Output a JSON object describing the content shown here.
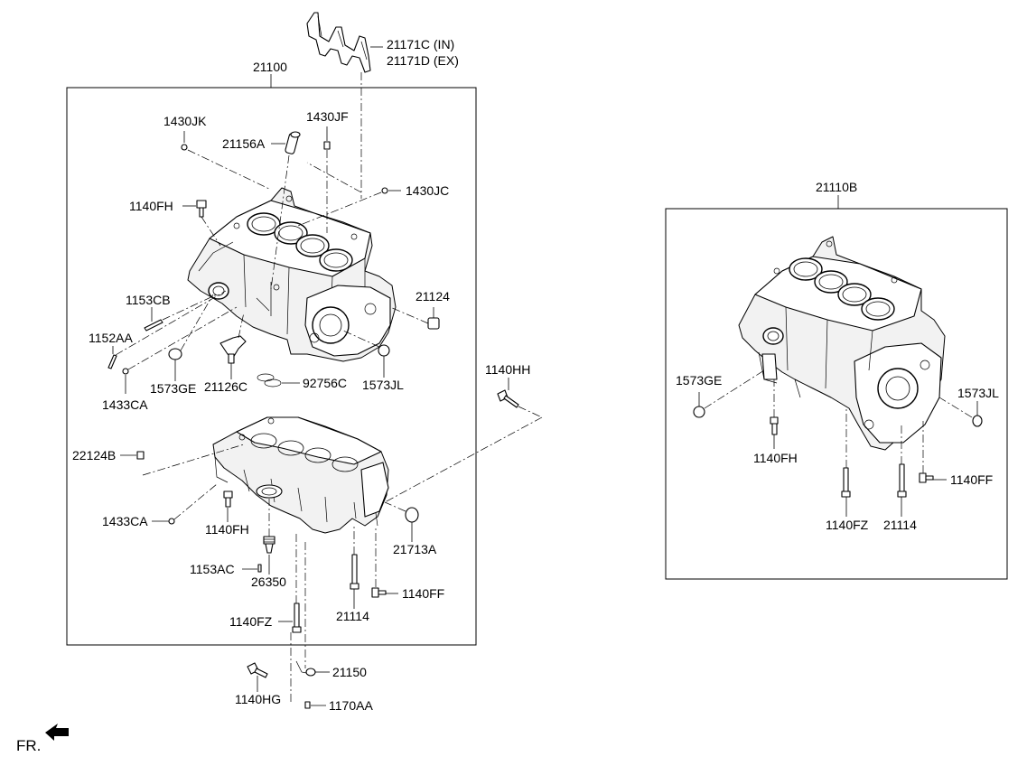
{
  "labels": {
    "gasket_in": "21171C (IN)",
    "gasket_ex": "21171D (EX)",
    "assembly_main": "21100",
    "assembly_alt": "21110B",
    "p1430JK": "1430JK",
    "p1430JF": "1430JF",
    "p21156A": "21156A",
    "p1430JC": "1430JC",
    "p1140FH_top": "1140FH",
    "p1153CB": "1153CB",
    "p1152AA": "1152AA",
    "p1433CA_top": "1433CA",
    "p1573GE_main": "1573GE",
    "p21126C": "21126C",
    "p92756C": "92756C",
    "p1573JL_main": "1573JL",
    "p21124": "21124",
    "p1140HH": "1140HH",
    "p22124B": "22124B",
    "p1433CA_bottom": "1433CA",
    "p1140FH_bottom": "1140FH",
    "p1153AC": "1153AC",
    "p26350": "26350",
    "p21713A": "21713A",
    "p1140FF_main": "1140FF",
    "p21114_main": "21114",
    "p1140FZ_main": "1140FZ",
    "p21150": "21150",
    "p1140HG": "1140HG",
    "p1170AA": "1170AA",
    "p1573GE_alt": "1573GE",
    "p1140FH_alt": "1140FH",
    "p1573JL_alt": "1573JL",
    "p1140FF_alt": "1140FF",
    "p1140FZ_alt": "1140FZ",
    "p21114_alt": "21114",
    "front_indicator": "FR."
  }
}
